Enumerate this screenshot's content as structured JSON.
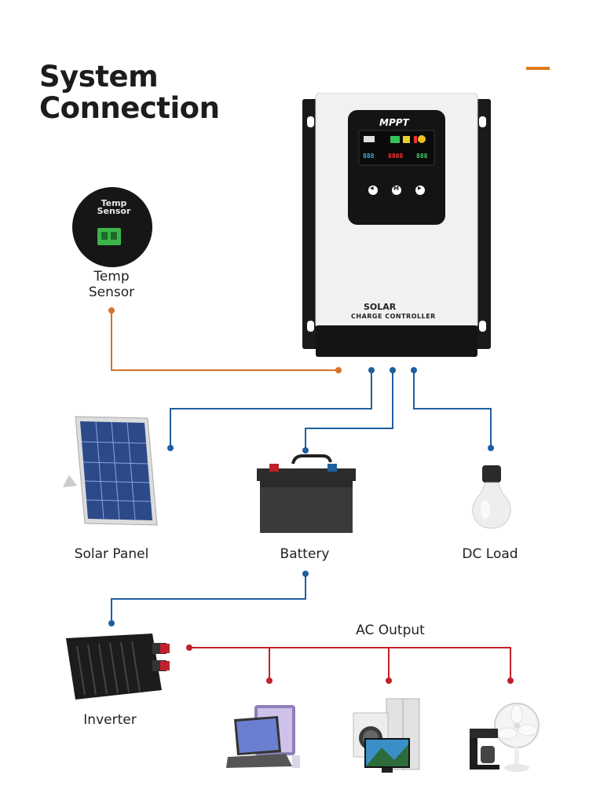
{
  "header": {
    "title_line1": "System",
    "title_line2": "Connection"
  },
  "controller": {
    "brand": "MPPT",
    "product_line1": "SOLAR",
    "product_line2": "CHARGE CONTROLLER",
    "button_left": "◀",
    "button_menu": "M",
    "button_right": "▶",
    "lcd_left_digits": "888",
    "lcd_mid_digits": "8888",
    "lcd_right_digits": "888"
  },
  "temp_sensor": {
    "plate_line1": "Temp",
    "plate_line2": "Sensor",
    "label_line1": "Temp",
    "label_line2": "Sensor"
  },
  "components": {
    "solar_panel": "Solar Panel",
    "battery": "Battery",
    "dc_load": "DC Load",
    "inverter": "Inverter",
    "ac_output": "AC Output"
  },
  "colors": {
    "accent": "#e07b1a",
    "sensor_wire": "#d4722a",
    "dc_wire": "#1f5fa0",
    "ac_wire": "#c0202a",
    "title": "#1c1c1c"
  }
}
